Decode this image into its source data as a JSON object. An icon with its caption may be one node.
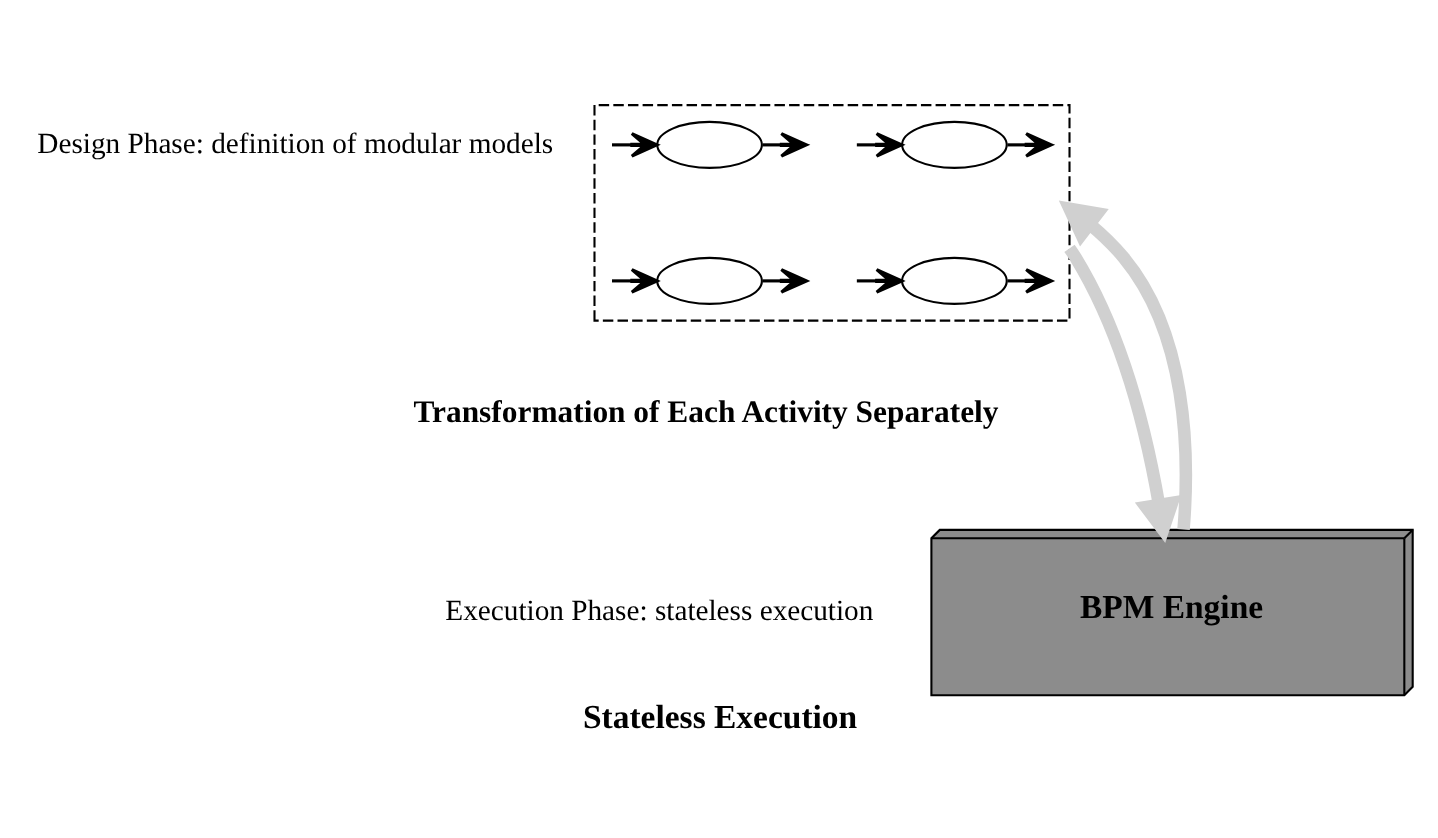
{
  "diagram": {
    "caption": "Stateless Execution",
    "nodes": [
      {
        "text": [],
        "shape": "box"
      },
      {
        "text": [],
        "shape": "ellipse",
        "in": 0
      },
      {
        "text": [],
        "shape": "ellipse",
        "in": 0
      },
      {
        "text": [],
        "shape": "ellipse",
        "in": 0
      },
      {
        "text": [],
        "shape": "ellipse",
        "in": 0
      },
      {
        "text": [
          "BPM Engine"
        ]
      }
    ],
    "edges": [
      {
        "from": null,
        "to": 1,
        "arrow": "to"
      },
      {
        "from": 1,
        "to": null,
        "arrow": "to"
      },
      {
        "from": null,
        "to": 2,
        "arrow": "to"
      },
      {
        "from": 2,
        "to": null,
        "arrow": "to"
      },
      {
        "from": null,
        "to": 3,
        "arrow": "to"
      },
      {
        "from": 3,
        "to": null,
        "arrow": "to"
      },
      {
        "from": null,
        "to": 4,
        "arrow": "to"
      },
      {
        "from": 4,
        "to": null,
        "arrow": "to"
      },
      {
        "from": 0,
        "to": 5,
        "arrow": "to",
        "style": "thick",
        "color": "#d0d0d0"
      },
      {
        "from": 5,
        "to": 0,
        "arrow": "to",
        "style": "thick",
        "color": "#d0d0d0"
      }
    ],
    "labels": [
      "Design Phase: definition of modular models",
      "Transformation of Each Activity Separately",
      "Execution Phase: stateless execution"
    ]
  }
}
